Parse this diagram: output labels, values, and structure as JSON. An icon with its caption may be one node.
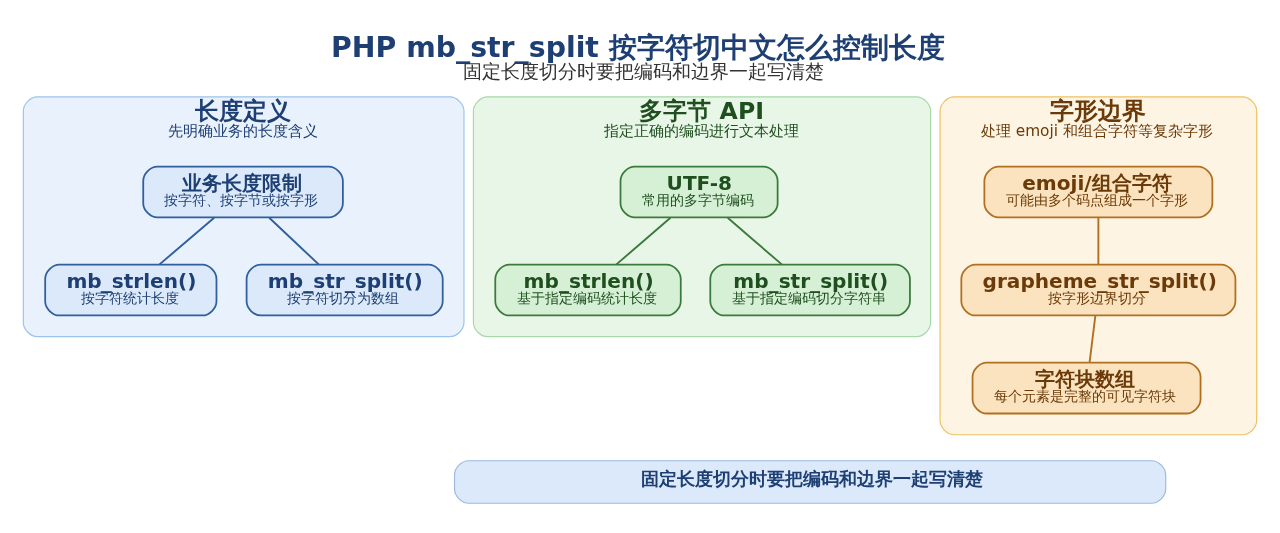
{
  "diagram": {
    "title": "PHP mb_str_split 按字符切中文怎么控制长度",
    "caption": "固定长度切分时要把编码和边界一起写清楚",
    "nodes": [
      {
        "text": [
          "长度定义",
          "先明确业务的长度含义"
        ]
      },
      {
        "text": [
          "业务长度限制",
          "按字符、按字节或按字形"
        ],
        "in": 0
      },
      {
        "text": [
          "mb_strlen()",
          "按字符统计长度"
        ],
        "in": 0
      },
      {
        "text": [
          "mb_str_split()",
          "按字符切分为数组"
        ],
        "in": 0
      },
      {
        "text": [
          "多字节 API",
          "指定正确的编码进行文本处理"
        ]
      },
      {
        "text": [
          "UTF-8",
          "常用的多字节编码"
        ],
        "in": 4
      },
      {
        "text": [
          "mb_strlen()",
          "基于指定编码统计长度"
        ],
        "in": 4
      },
      {
        "text": [
          "mb_str_split()",
          "基于指定编码切分字符串"
        ],
        "in": 4
      },
      {
        "text": [
          "字形边界",
          "处理 emoji 和组合字符等复杂字形"
        ]
      },
      {
        "text": [
          "emoji/组合字符",
          "可能由多个码点组成一个字形"
        ],
        "in": 8
      },
      {
        "text": [
          "grapheme_str_split()",
          "按字形边界切分"
        ],
        "in": 8
      },
      {
        "text": [
          "字符块数组",
          "每个元素是完整的可见字符块"
        ],
        "in": 8
      },
      {
        "text": [
          "固定长度切分时要把编码和边界一起写清楚"
        ]
      }
    ],
    "edges": [
      {
        "from": 1,
        "to": 2,
        "arrow": "none"
      },
      {
        "from": 1,
        "to": 3,
        "arrow": "none"
      },
      {
        "from": 5,
        "to": 6,
        "arrow": "none",
        "color": "#3c7a3c"
      },
      {
        "from": 5,
        "to": 7,
        "arrow": "none",
        "color": "#3c7a3c"
      },
      {
        "from": 9,
        "to": 10,
        "arrow": "none",
        "color": "#b07020"
      },
      {
        "from": 10,
        "to": 11,
        "arrow": "none",
        "color": "#b07020"
      }
    ]
  }
}
